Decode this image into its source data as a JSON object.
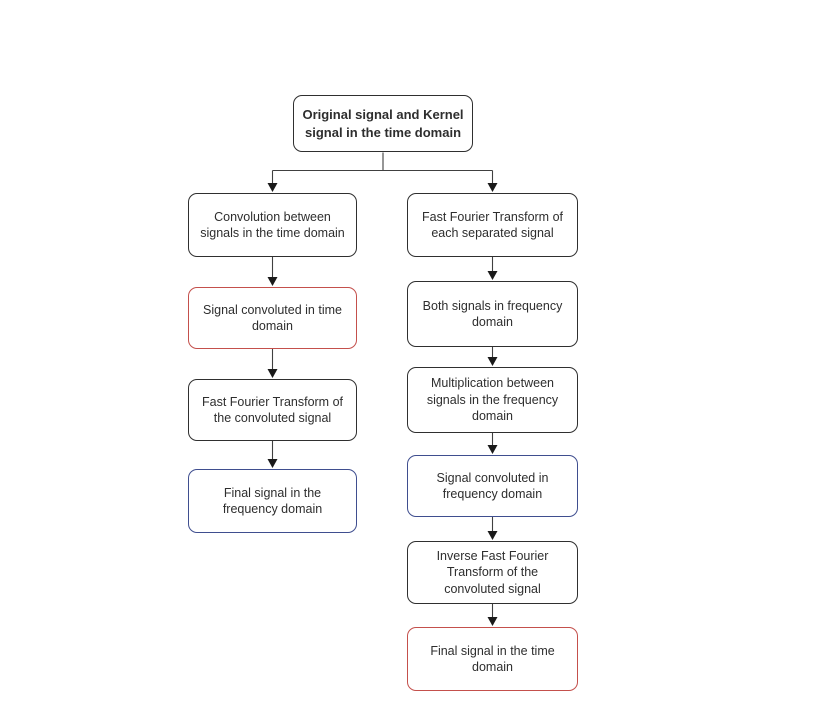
{
  "colors": {
    "box_border": "#2f2f2f",
    "red_border": "#c4504c",
    "blue_border": "#3f4e8f",
    "arrow": "#404040",
    "background": "#ffffff"
  },
  "nodes": {
    "root": {
      "label": "Original signal and Kernel\nsignal in the time domain",
      "border": "black"
    },
    "left": [
      {
        "label": "Convolution between\nsignals in the time domain",
        "border": "black"
      },
      {
        "label": "Signal convoluted in time\ndomain",
        "border": "red"
      },
      {
        "label": "Fast Fourier Transform of\nthe convoluted signal",
        "border": "black"
      },
      {
        "label": "Final signal in the\nfrequency domain",
        "border": "blue"
      }
    ],
    "right": [
      {
        "label": "Fast Fourier Transform of\neach separated signal",
        "border": "black"
      },
      {
        "label": "Both signals in frequency\ndomain",
        "border": "black"
      },
      {
        "label": "Multiplication between\nsignals in the frequency\ndomain",
        "border": "black"
      },
      {
        "label": "Signal convoluted in\nfrequency domain",
        "border": "blue"
      },
      {
        "label": "Inverse Fast Fourier\nTransform of the\nconvoluted signal",
        "border": "black"
      },
      {
        "label": "Final signal in the time\ndomain",
        "border": "red"
      }
    ]
  }
}
